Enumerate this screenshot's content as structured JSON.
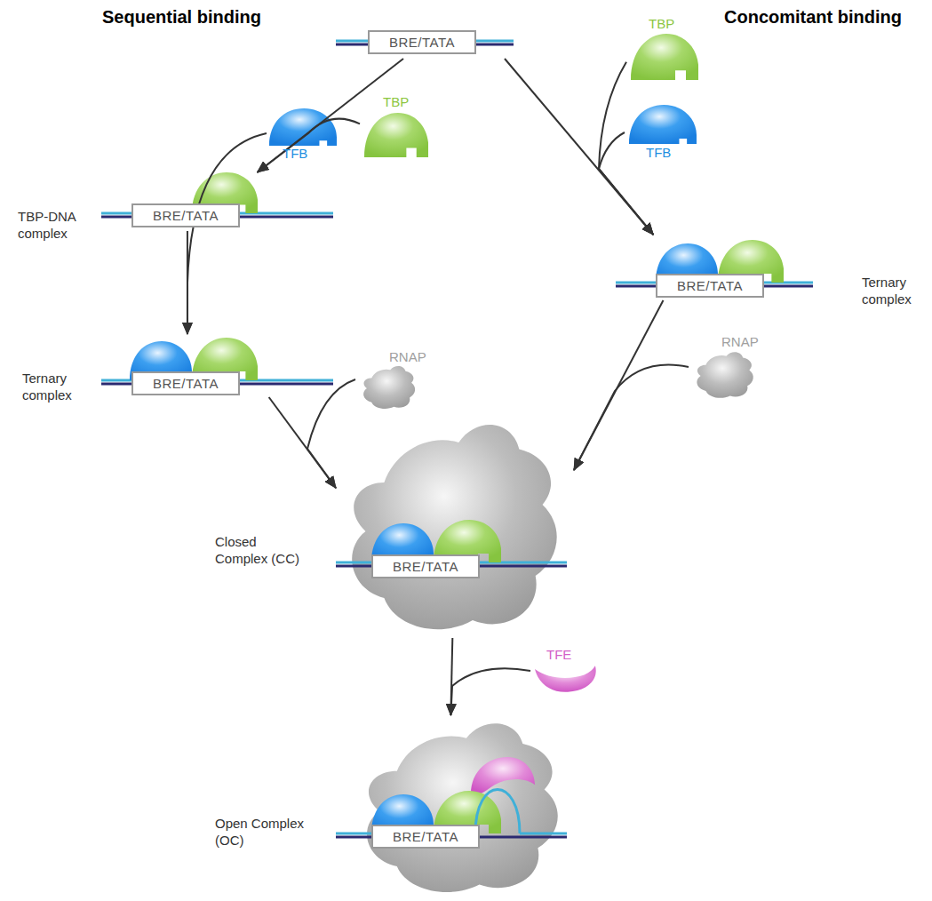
{
  "diagram": {
    "nodes": [
      {
        "text": [
          "BRE/TATA"
        ]
      },
      {
        "text": [
          "TBP"
        ]
      },
      {
        "text": [
          "TBP-DNA complex",
          "BRE/TATA"
        ]
      },
      {
        "text": [
          "TFB"
        ]
      },
      {
        "text": [
          "Ternary complex",
          "BRE/TATA"
        ]
      },
      {
        "text": [
          "RNAP"
        ]
      },
      {
        "text": [
          "TBP"
        ]
      },
      {
        "text": [
          "TFB"
        ]
      },
      {
        "text": [
          "Ternary complex",
          "BRE/TATA"
        ]
      },
      {
        "text": [
          "RNAP"
        ]
      },
      {
        "text": [
          "Closed Complex (CC)",
          "BRE/TATA"
        ]
      },
      {
        "text": [
          "TFE"
        ]
      },
      {
        "text": [
          "Open Complex (OC)",
          "BRE/TATA"
        ]
      }
    ],
    "edges": [
      {
        "from": 0,
        "to": 2,
        "arrow": "to"
      },
      {
        "from": 1,
        "to": 2,
        "arrow": "to"
      },
      {
        "from": 2,
        "to": 4,
        "arrow": "to"
      },
      {
        "from": 3,
        "to": 4,
        "arrow": "to"
      },
      {
        "from": 4,
        "to": 10,
        "arrow": "to"
      },
      {
        "from": 5,
        "to": 10,
        "arrow": "to"
      },
      {
        "from": 0,
        "to": 8,
        "arrow": "to"
      },
      {
        "from": 6,
        "to": 8,
        "arrow": "to"
      },
      {
        "from": 7,
        "to": 8,
        "arrow": "to"
      },
      {
        "from": 8,
        "to": 10,
        "arrow": "to"
      },
      {
        "from": 9,
        "to": 10,
        "arrow": "to"
      },
      {
        "from": 10,
        "to": 12,
        "arrow": "to"
      },
      {
        "from": 11,
        "to": 12,
        "arrow": "to"
      }
    ],
    "labels": [
      "Sequential binding",
      "Concomitant binding"
    ]
  }
}
